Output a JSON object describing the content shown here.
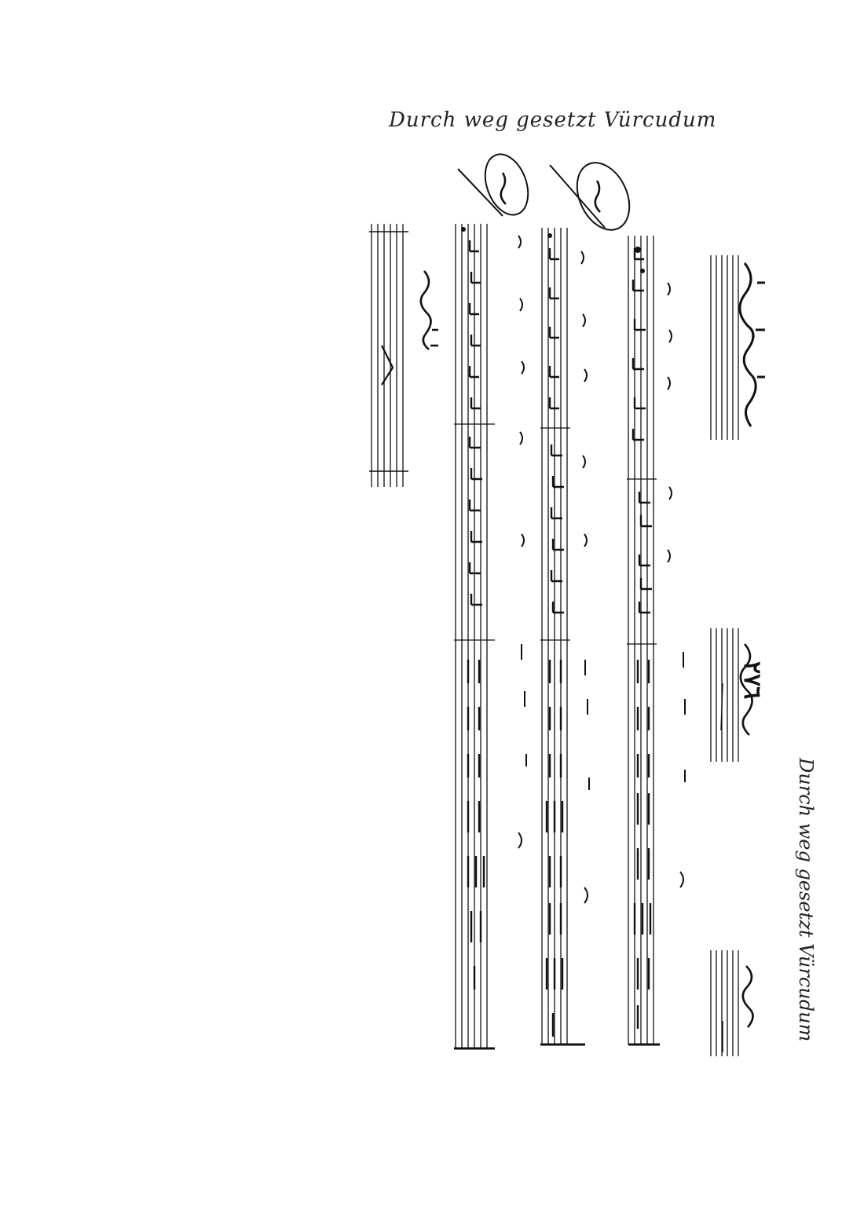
{
  "page": {
    "top_caption": "Durch weg gesetzt Vürcudum",
    "page_number": "۲٧٦",
    "side_caption": "Durch weg gesetzt Vürcudum"
  },
  "colors": {
    "ink": "#111111",
    "paper": "#ffffff"
  },
  "icons": [
    "music-staff",
    "treble-mark",
    "rest-mark"
  ]
}
